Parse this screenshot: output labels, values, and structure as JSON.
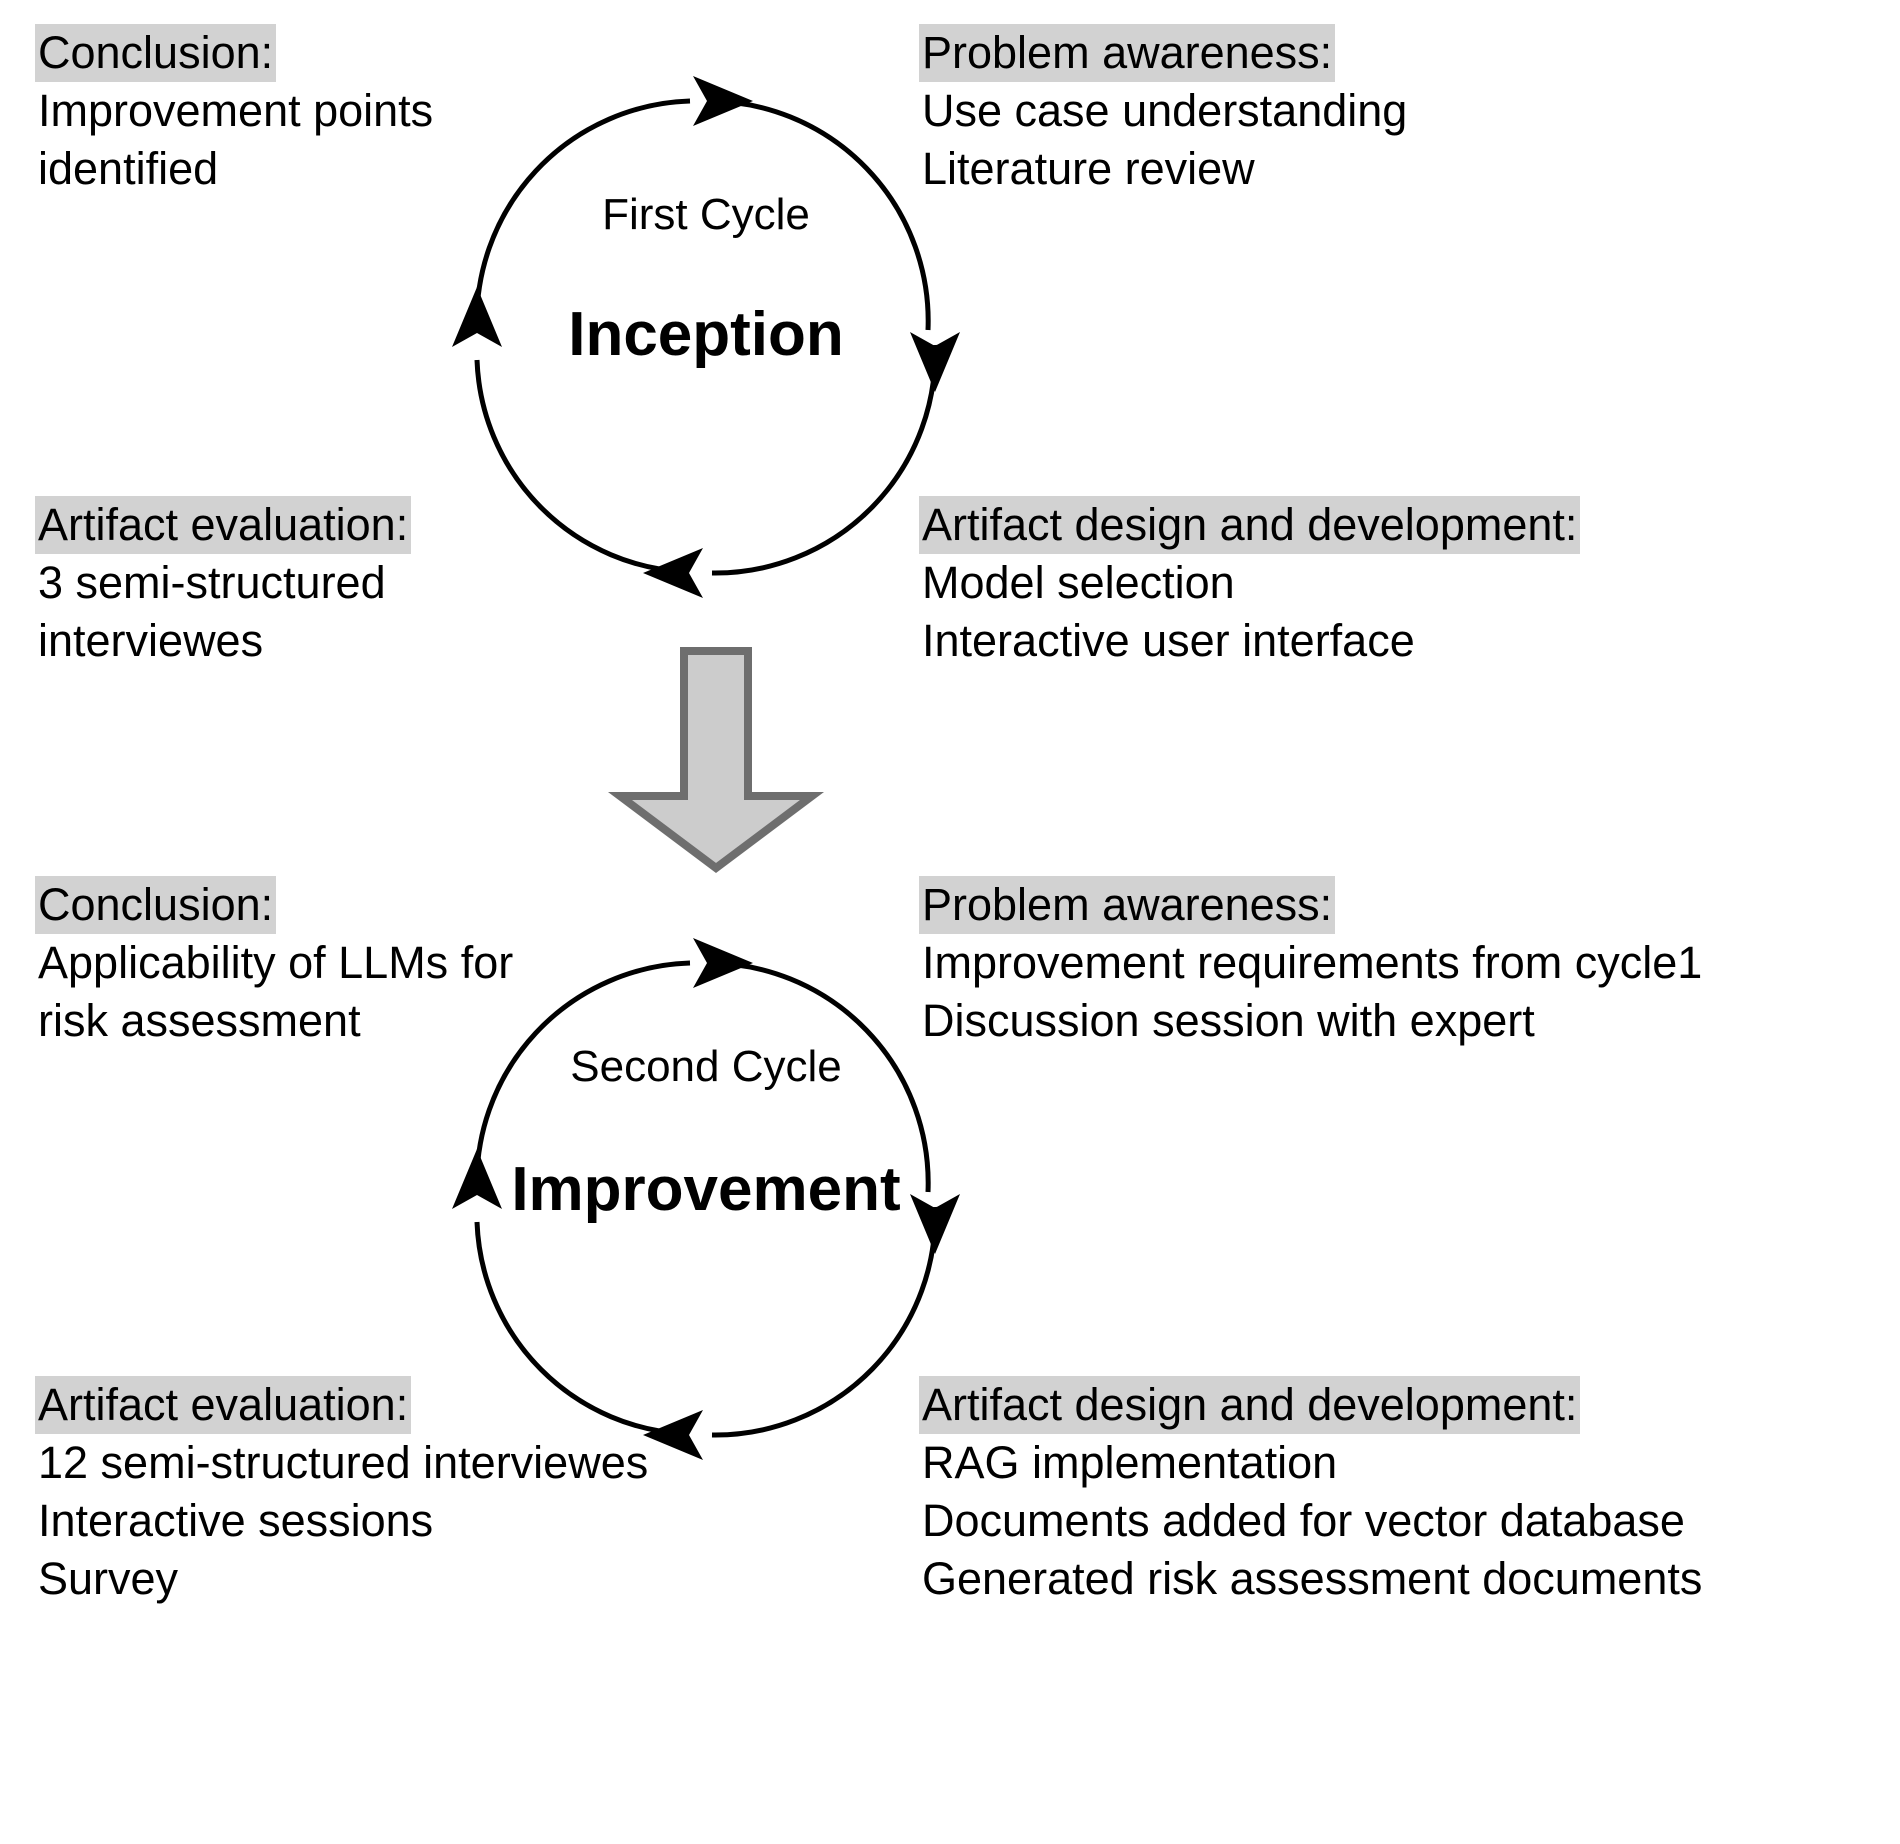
{
  "diagram": {
    "title_hidden": "Design Science Research two-cycle diagram",
    "accent_highlight": "#d2d2d2",
    "stroke_color": "#000000",
    "arrow_fill": "#cccccc",
    "arrow_stroke": "#6e6e6e"
  },
  "cycle1": {
    "label": "First Cycle",
    "title": "Inception",
    "conclusion": {
      "header": "Conclusion:",
      "lines": [
        "Improvement points",
        "identified"
      ]
    },
    "problem_awareness": {
      "header": "Problem awareness:",
      "lines": [
        "Use case understanding",
        "Literature review"
      ]
    },
    "artifact_evaluation": {
      "header": "Artifact evaluation:",
      "lines": [
        "3 semi-structured",
        "interviewes"
      ]
    },
    "artifact_design": {
      "header": "Artifact design and development:",
      "lines": [
        "Model selection",
        "Interactive user interface"
      ]
    }
  },
  "transition": {
    "icon": "down-block-arrow"
  },
  "cycle2": {
    "label": "Second Cycle",
    "title": "Improvement",
    "conclusion": {
      "header": "Conclusion:",
      "lines": [
        "Applicability of LLMs for",
        "risk assessment"
      ]
    },
    "problem_awareness": {
      "header": "Problem awareness:",
      "lines": [
        "Improvement requirements from cycle1",
        "Discussion session with expert"
      ]
    },
    "artifact_evaluation": {
      "header": "Artifact evaluation:",
      "lines": [
        "12 semi-structured interviewes",
        "Interactive sessions",
        "Survey"
      ]
    },
    "artifact_design": {
      "header": "Artifact design and development:",
      "lines": [
        "RAG implementation",
        "Documents added for vector database",
        "Generated risk assessment documents"
      ]
    }
  }
}
